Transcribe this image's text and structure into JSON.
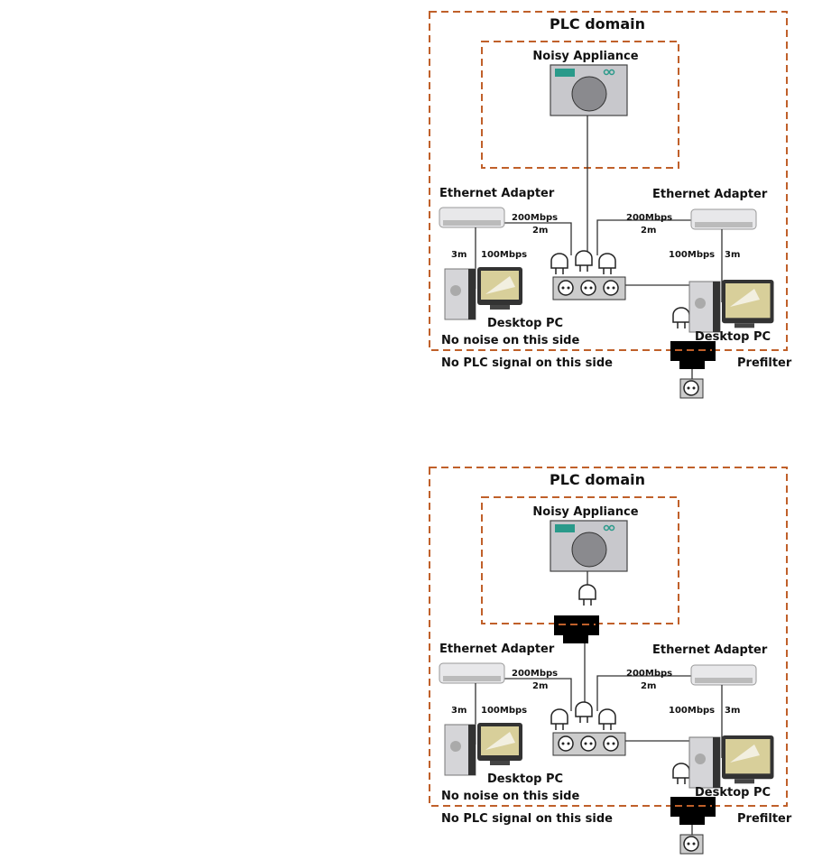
{
  "diagrams": [
    {
      "title": "PLC domain",
      "appliance_label": "Noisy Appliance",
      "adapter_left_label": "Ethernet Adapter",
      "adapter_right_label": "Ethernet Adapter",
      "left_plc_rate": "200Mbps",
      "left_plc_length": "2m",
      "right_plc_rate": "200Mbps",
      "right_plc_length": "2m",
      "left_eth_length": "3m",
      "left_eth_rate": "100Mbps",
      "right_eth_rate": "100Mbps",
      "right_eth_length": "3m",
      "pc_left_label": "Desktop PC",
      "pc_right_label": "Desktop PC",
      "no_noise_label": "No noise on this side",
      "no_plc_label": "No PLC signal on this side",
      "prefilter_label": "Prefilter",
      "appliance_filtered": false
    },
    {
      "title": "PLC domain",
      "appliance_label": "Noisy Appliance",
      "adapter_left_label": "Ethernet Adapter",
      "adapter_right_label": "Ethernet Adapter",
      "left_plc_rate": "200Mbps",
      "left_plc_length": "2m",
      "right_plc_rate": "200Mbps",
      "right_plc_length": "2m",
      "left_eth_length": "3m",
      "left_eth_rate": "100Mbps",
      "right_eth_rate": "100Mbps",
      "right_eth_length": "3m",
      "pc_left_label": "Desktop PC",
      "pc_right_label": "Desktop PC",
      "no_noise_label": "No noise on this side",
      "no_plc_label": "No PLC signal on this side",
      "prefilter_label": "Prefilter",
      "appliance_filtered": true
    }
  ],
  "colors": {
    "dash": "#c0602a",
    "appliance": "#c8c8cc",
    "drum": "#8a8a8e",
    "panel": "#2a9a8a",
    "filter": "#000000"
  }
}
